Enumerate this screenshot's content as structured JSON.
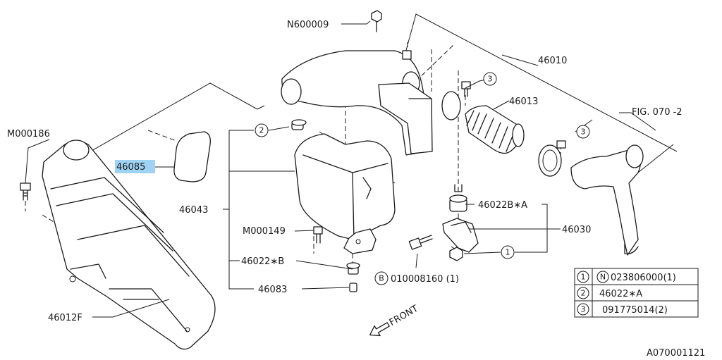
{
  "diagram": {
    "drawing_number": "A070001121",
    "front_label": "FRONT",
    "fig_ref": "FIG. 070 -2",
    "highlight_color": "#9fd3f4",
    "callouts": {
      "n600009": "N600009",
      "p46010": "46010",
      "p46013": "46013",
      "m000186": "M000186",
      "p46085": "46085",
      "p46043": "46043",
      "m000149": "M000149",
      "p46022b": "46022∗B",
      "p46083": "46083",
      "p46012f": "46012F",
      "p46022ba": "46022B∗A",
      "p46030": "46030",
      "b010008160": "010008160 (1)",
      "b_marker": "B"
    },
    "circle_refs": {
      "ref1": "1",
      "ref2": "2",
      "ref3": "3"
    },
    "legend": [
      {
        "num": "1",
        "marker": "N",
        "text": "023806000(1)"
      },
      {
        "num": "2",
        "marker": "",
        "text": "46022∗A"
      },
      {
        "num": "3",
        "marker": "",
        "text": "091775014(2)"
      }
    ]
  }
}
